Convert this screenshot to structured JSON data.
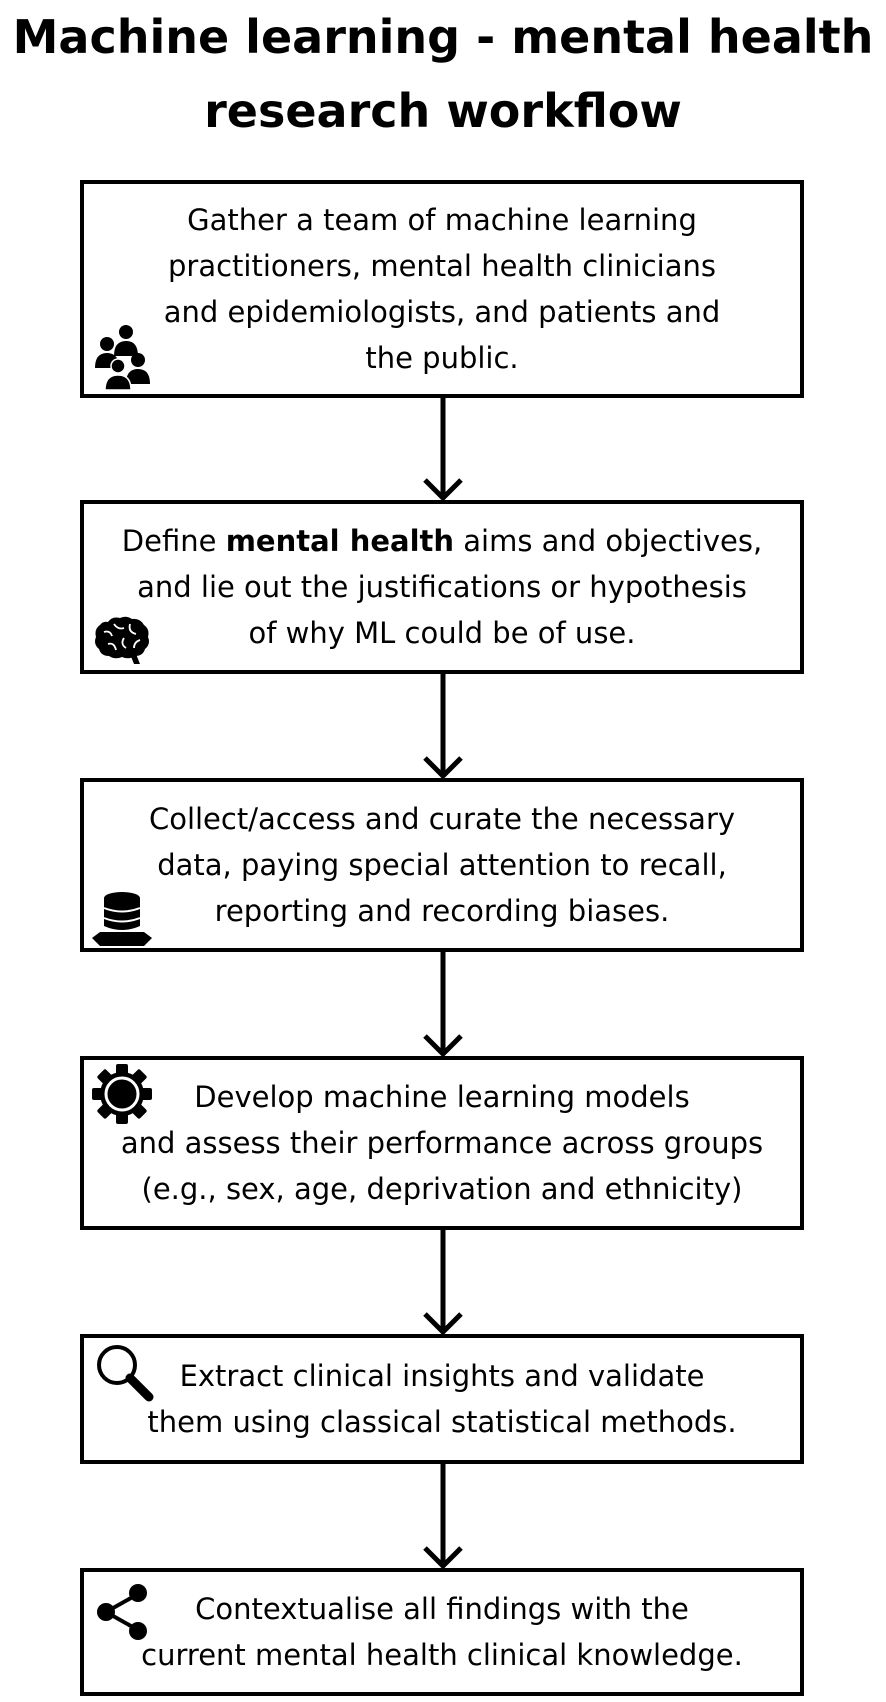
{
  "title": {
    "line1": "Machine learning - mental health",
    "line2": "research workflow"
  },
  "steps": [
    {
      "icon": "team-icon",
      "lines": [
        "Gather a team of machine learning",
        "practitioners, mental health clinicians",
        "and epidemiologists, and patients and",
        "the public."
      ]
    },
    {
      "icon": "brain-icon",
      "line1_prefix": "Define ",
      "line1_bold": "mental health",
      "line1_suffix": " aims and objectives,",
      "lines": [
        "and lie out the justifications or hypothesis",
        "of why ML could be of use."
      ]
    },
    {
      "icon": "database-icon",
      "lines": [
        "Collect/access and curate the necessary",
        "data, paying special attention to recall,",
        "reporting and recording biases."
      ]
    },
    {
      "icon": "gear-icon",
      "lines": [
        "Develop machine learning models",
        "and assess their performance across groups",
        "(e.g., sex, age, deprivation and ethnicity)"
      ]
    },
    {
      "icon": "magnifier-icon",
      "lines": [
        "Extract clinical insights and validate",
        "them using classical statistical methods."
      ]
    },
    {
      "icon": "share-icon",
      "lines": [
        "Contextualise all findings with the",
        "current mental health clinical knowledge."
      ]
    }
  ],
  "colors": {
    "stroke": "#000000",
    "background": "#ffffff"
  }
}
